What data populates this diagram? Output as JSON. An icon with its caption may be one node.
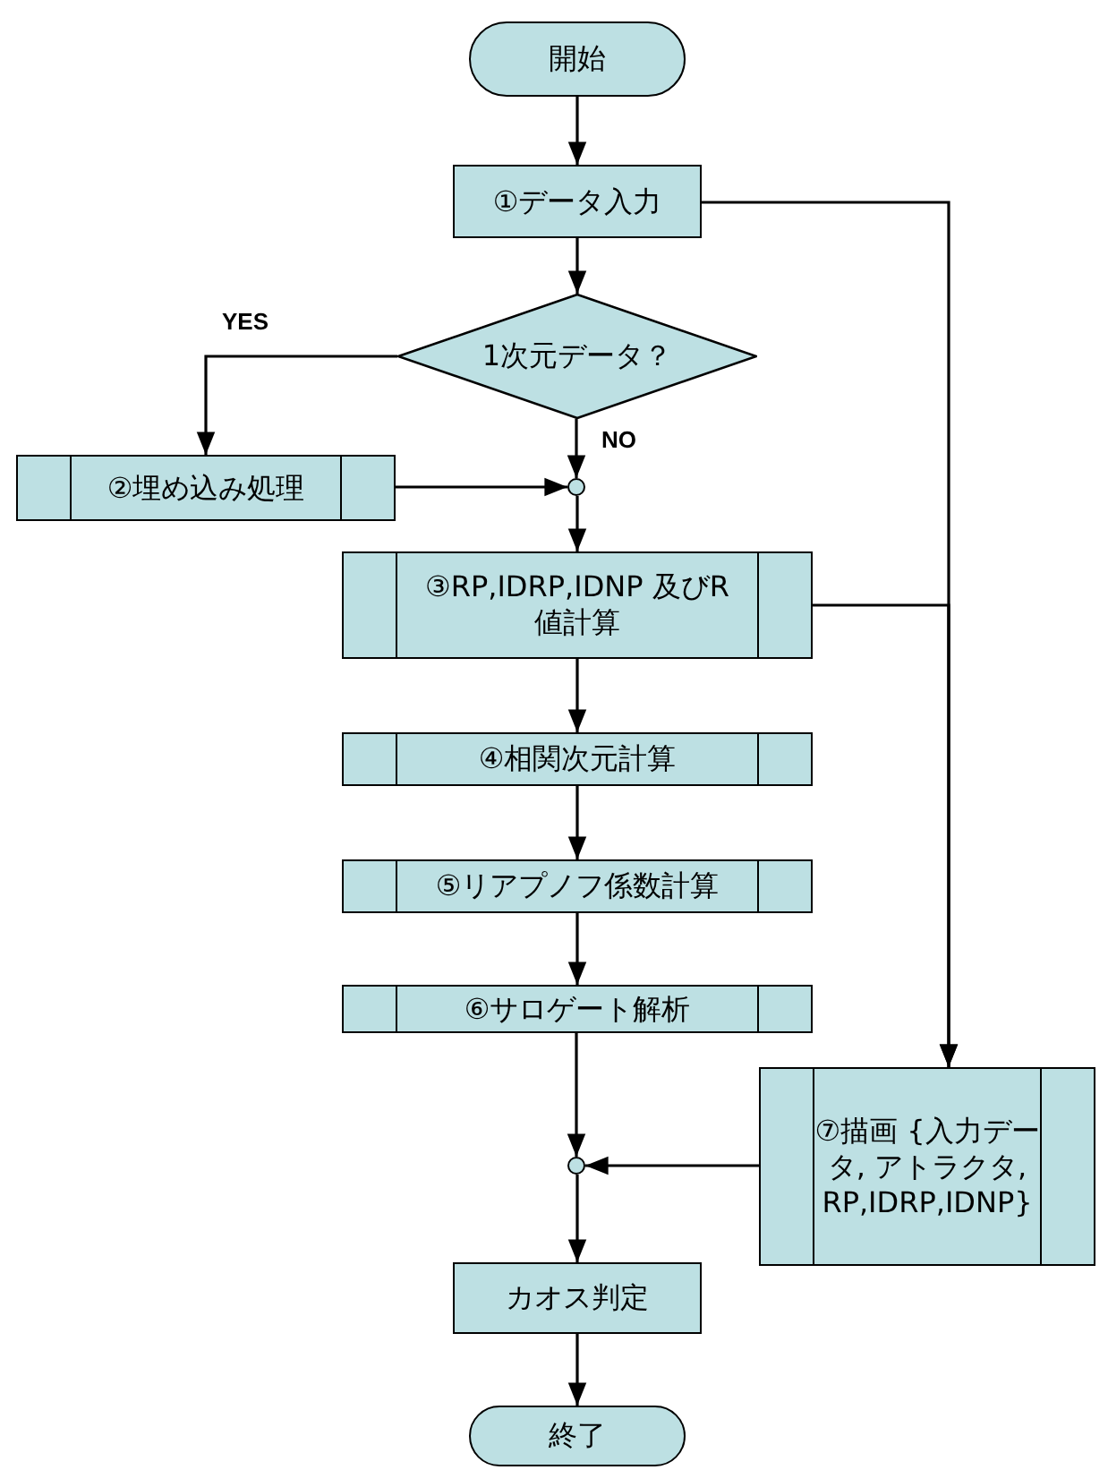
{
  "diagram": {
    "nodes": [
      {
        "text": [
          "開始"
        ]
      },
      {
        "text": [
          "①データ入力"
        ]
      },
      {
        "text": [
          "1次元データ？"
        ]
      },
      {
        "text": [
          "②埋め込み処理"
        ]
      },
      {
        "text": [],
        "shape": "circle"
      },
      {
        "text": [
          "③RP,IDRP,IDNP 及びR値計算"
        ]
      },
      {
        "text": [
          "④相関次元計算"
        ]
      },
      {
        "text": [
          "⑤リアプノフ係数計算"
        ]
      },
      {
        "text": [
          "⑥サロゲート解析"
        ]
      },
      {
        "text": [
          "⑦描画 {入力データ, アトラクタ, RP,IDRP,IDNP}"
        ]
      },
      {
        "text": [],
        "shape": "circle"
      },
      {
        "text": [
          "カオス判定"
        ]
      },
      {
        "text": [
          "終了"
        ]
      }
    ],
    "edges": [
      {
        "from": 0,
        "to": 1,
        "arrow": "to"
      },
      {
        "from": 1,
        "to": 2,
        "arrow": "to"
      },
      {
        "from": 2,
        "to": 3,
        "arrow": "to",
        "label": "YES"
      },
      {
        "from": 2,
        "to": 4,
        "arrow": "to",
        "label": "NO"
      },
      {
        "from": 3,
        "to": 4,
        "arrow": "to"
      },
      {
        "from": 4,
        "to": 5,
        "arrow": "to"
      },
      {
        "from": 5,
        "to": 6,
        "arrow": "to"
      },
      {
        "from": 6,
        "to": 7,
        "arrow": "to"
      },
      {
        "from": 7,
        "to": 8,
        "arrow": "to"
      },
      {
        "from": 1,
        "to": 9,
        "arrow": "to"
      },
      {
        "from": 5,
        "to": 9,
        "arrow": "to"
      },
      {
        "from": 8,
        "to": 10,
        "arrow": "to"
      },
      {
        "from": 9,
        "to": 10,
        "arrow": "to"
      },
      {
        "from": 10,
        "to": 11,
        "arrow": "to"
      },
      {
        "from": 11,
        "to": 12,
        "arrow": "to"
      }
    ]
  }
}
